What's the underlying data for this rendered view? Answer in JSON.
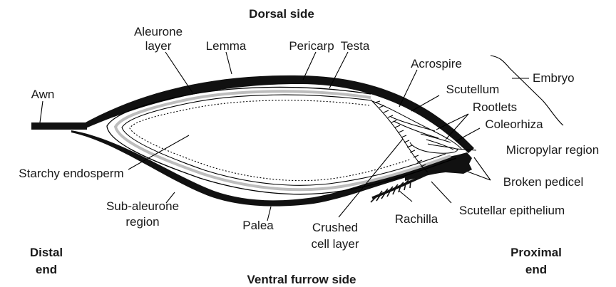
{
  "orientation": {
    "dorsal": "Dorsal side",
    "ventral": "Ventral furrow side",
    "distal": [
      "Distal",
      "end"
    ],
    "proximal": [
      "Proximal",
      "end"
    ]
  },
  "labels": {
    "aleurone_layer": [
      "Aleurone",
      "layer"
    ],
    "lemma": "Lemma",
    "pericarp": "Pericarp",
    "testa": "Testa",
    "acrospire": "Acrospire",
    "embryo": "Embryo",
    "awn": "Awn",
    "scutellum": "Scutellum",
    "rootlets": "Rootlets",
    "coleorhiza": "Coleorhiza",
    "micropylar_region": "Micropylar region",
    "starchy_endosperm": "Starchy endosperm",
    "broken_pedicel": "Broken pedicel",
    "sub_aleurone_region": [
      "Sub-aleurone",
      "region"
    ],
    "palea": "Palea",
    "crushed_cell_layer": [
      "Crushed",
      "cell layer"
    ],
    "rachilla": "Rachilla",
    "scutellar_epithelium": "Scutellar epithelium"
  },
  "colors": {
    "husk": "#111111",
    "aleurone": "#bdbdbd",
    "line": "#000000"
  }
}
